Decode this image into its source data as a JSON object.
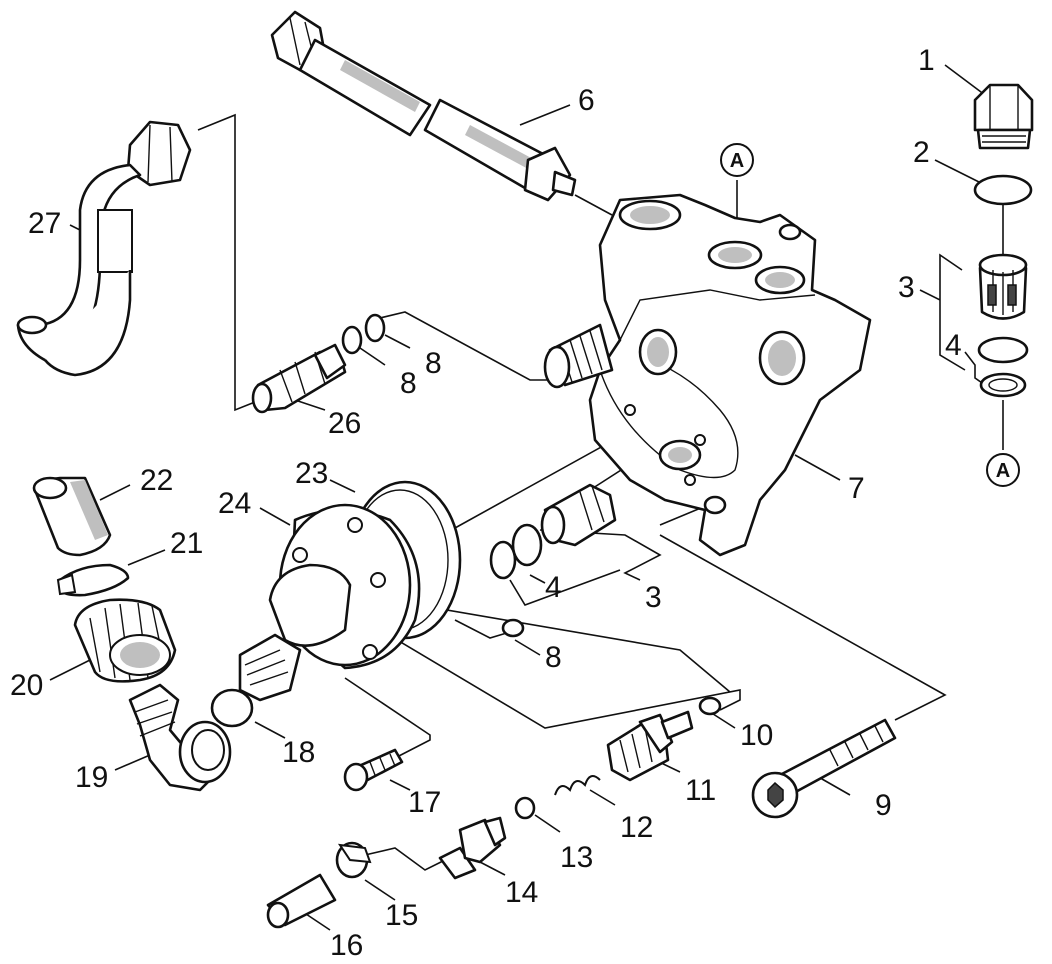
{
  "callouts": [
    {
      "id": "c1",
      "text": "1"
    },
    {
      "id": "c2",
      "text": "2"
    },
    {
      "id": "c3a",
      "text": "3"
    },
    {
      "id": "c4a",
      "text": "4"
    },
    {
      "id": "c6",
      "text": "6"
    },
    {
      "id": "c7",
      "text": "7"
    },
    {
      "id": "c8a",
      "text": "8"
    },
    {
      "id": "c8b",
      "text": "8"
    },
    {
      "id": "c26",
      "text": "26"
    },
    {
      "id": "c27",
      "text": "27"
    },
    {
      "id": "c22",
      "text": "22"
    },
    {
      "id": "c21",
      "text": "21"
    },
    {
      "id": "c23",
      "text": "23"
    },
    {
      "id": "c24",
      "text": "24"
    },
    {
      "id": "c20",
      "text": "20"
    },
    {
      "id": "c19",
      "text": "19"
    },
    {
      "id": "c18",
      "text": "18"
    },
    {
      "id": "c17",
      "text": "17"
    },
    {
      "id": "c16",
      "text": "16"
    },
    {
      "id": "c15",
      "text": "15"
    },
    {
      "id": "c14",
      "text": "14"
    },
    {
      "id": "c13",
      "text": "13"
    },
    {
      "id": "c12",
      "text": "12"
    },
    {
      "id": "c11",
      "text": "11"
    },
    {
      "id": "c10",
      "text": "10"
    },
    {
      "id": "c9",
      "text": "9"
    },
    {
      "id": "c8c",
      "text": "8"
    },
    {
      "id": "c4b",
      "text": "4"
    },
    {
      "id": "c3b",
      "text": "3"
    }
  ],
  "reference_markers": [
    {
      "id": "ra",
      "text": "A"
    },
    {
      "id": "rb",
      "text": "A"
    }
  ]
}
